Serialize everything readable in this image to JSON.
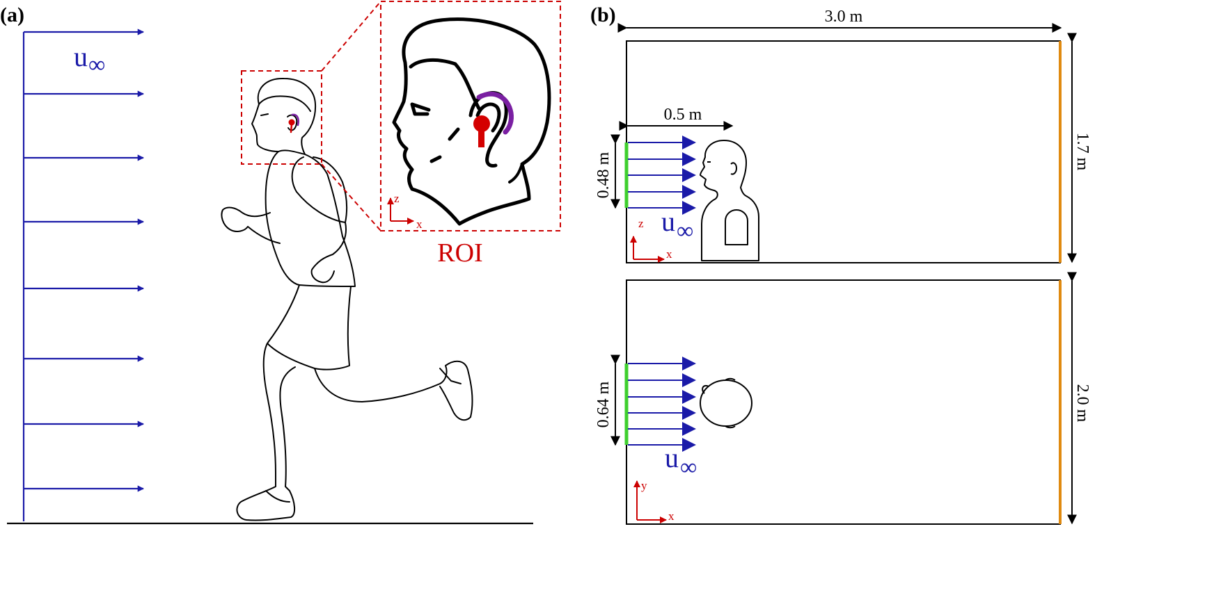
{
  "panel_a": {
    "label": "(a)",
    "freestream": {
      "symbol": "u",
      "subscript": "∞"
    },
    "roi_label": "ROI",
    "roi_axes": {
      "vertical": "z",
      "horizontal": "x"
    }
  },
  "panel_b": {
    "label": "(b)",
    "domain_length": "3.0 m",
    "side_view": {
      "height": "1.7 m",
      "distance_to_head": "0.5 m",
      "inlet_height": "0.48 m",
      "freestream": {
        "symbol": "u",
        "subscript": "∞"
      },
      "axes": {
        "vertical": "z",
        "horizontal": "x"
      }
    },
    "top_view": {
      "width": "2.0 m",
      "inlet_width": "0.64 m",
      "freestream": {
        "symbol": "u",
        "subscript": "∞"
      },
      "axes": {
        "vertical": "y",
        "horizontal": "x"
      }
    }
  },
  "colors": {
    "flow_arrows": "#1a1aa8",
    "roi_red": "#cc0000",
    "earbud": "#d40000",
    "earbud_band": "#7a1fa2",
    "inlet": "#3ecf2e",
    "outlet": "#e08a10"
  },
  "icons": {
    "runner": "running-person-illustration",
    "head_closeup": "head-with-earbud-icon",
    "bust": "mannequin-bust-icon",
    "head_top": "head-top-view-icon"
  }
}
